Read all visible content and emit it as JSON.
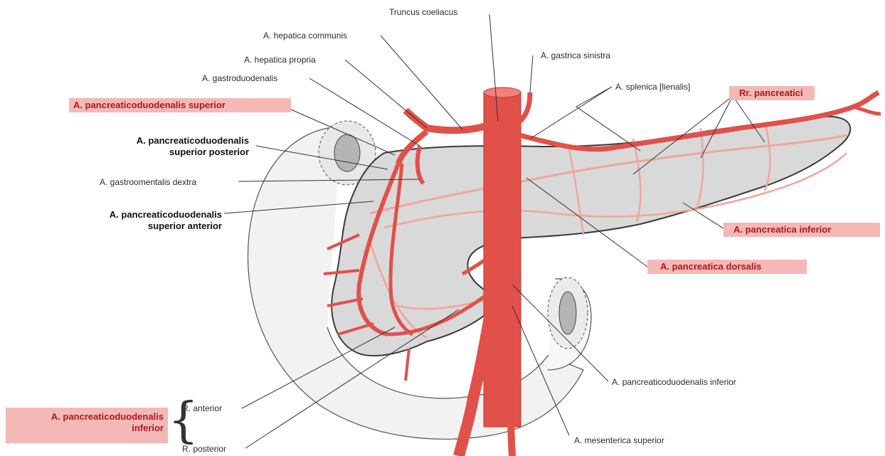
{
  "labels": {
    "truncus_coeliacus": "Truncus coeliacus",
    "hepatica_communis": "A. hepatica communis",
    "hepatica_propria": "A. hepatica propria",
    "gastroduodenalis": "A. gastroduodenalis",
    "gastrica_sinistra": "A. gastrica sinistra",
    "splenica": "A. splenica [lienalis]",
    "pd_superior": "A. pancreaticoduodenalis superior",
    "rr_pancreatici": "Rr. pancreatici",
    "pd_sup_post_1": "A. pancreaticoduodenalis",
    "pd_sup_post_2": "superior posterior",
    "gastroomentalis": "A. gastroomentalis dextra",
    "pd_sup_ant_1": "A. pancreaticoduodenalis",
    "pd_sup_ant_2": "superior anterior",
    "pancreatica_inferior": "A. pancreatica inferior",
    "pancreatica_dorsalis": "A. pancreatica dorsalis",
    "pd_inferior_right": "A. pancreaticoduodenalis inferior",
    "mesenterica_superior": "A. mesenterica superior",
    "r_anterior": "R. anterior",
    "r_posterior": "R. posterior",
    "pd_inferior_left_1": "A. pancreaticoduodenalis",
    "pd_inferior_left_2": "inferior"
  },
  "colors": {
    "artery": "#e2504a",
    "artery_light": "#f2a59a",
    "organ_fill": "#d9d9d9",
    "organ_outline": "#3a3a3a",
    "highlight_bg": "#f4b9b6",
    "highlight_text": "#b0161c",
    "leader_line": "#333333"
  }
}
